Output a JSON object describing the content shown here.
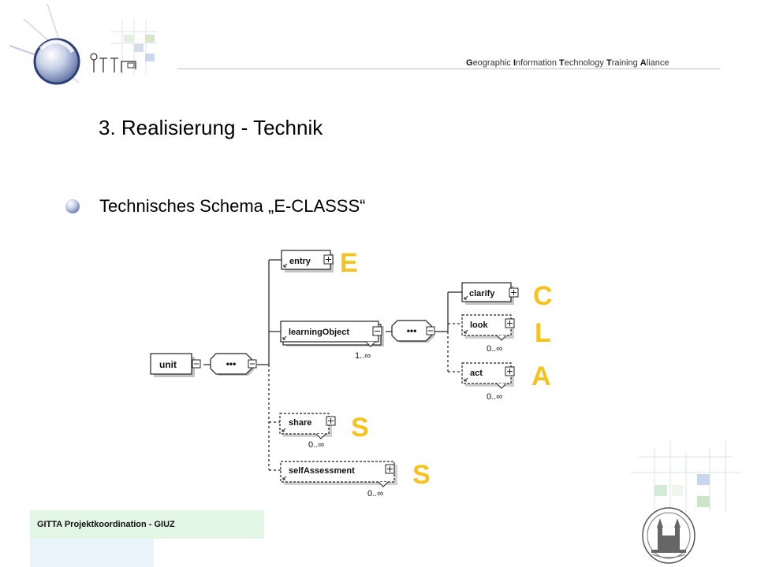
{
  "header": {
    "tagline_parts": [
      {
        "initial": "G",
        "rest": "eographic "
      },
      {
        "initial": "I",
        "rest": "nformation "
      },
      {
        "initial": "T",
        "rest": "echnology "
      },
      {
        "initial": "T",
        "rest": "raining "
      },
      {
        "initial": "A",
        "rest": "liance"
      }
    ]
  },
  "slide": {
    "title": "3. Realisierung - Technik",
    "bullet": "Technisches Schema „E-CLASSS“"
  },
  "schema": {
    "root": "unit",
    "children": [
      {
        "name": "entry",
        "letter": "E"
      },
      {
        "name": "learningObject",
        "cardinality": "1..∞"
      },
      {
        "name": "share",
        "cardinality": "0..∞",
        "letter": "S"
      },
      {
        "name": "selfAssessment",
        "cardinality": "0..∞",
        "letter": "S"
      }
    ],
    "learning_object_children": [
      {
        "name": "clarify",
        "letter": "C"
      },
      {
        "name": "look",
        "cardinality": "0..∞",
        "letter": "L"
      },
      {
        "name": "act",
        "cardinality": "0..∞",
        "letter": "A"
      }
    ],
    "sequence_symbol": "•••",
    "letter_color": "#f5c21e"
  },
  "footer": {
    "text": "GITTA Projektkoordination  - GIUZ"
  }
}
